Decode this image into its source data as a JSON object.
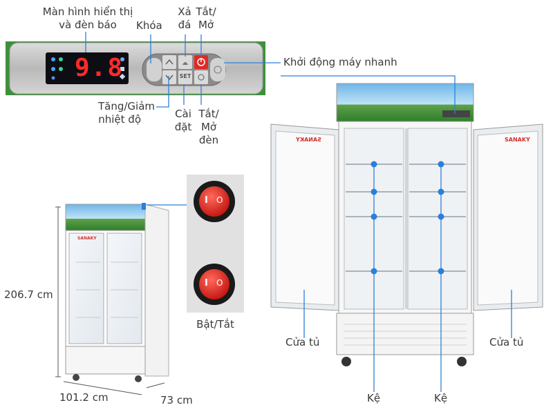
{
  "control_panel": {
    "display_value": "9.8",
    "labels": {
      "display": [
        "Màn hình hiển thị",
        "và đèn báo"
      ],
      "lock": "Khóa",
      "defrost": [
        "Xả",
        "đá"
      ],
      "power": [
        "Tắt/",
        "Mở"
      ],
      "fast_start": "Khởi động máy nhanh",
      "temp_adjust": [
        "Tăng/Giảm",
        "nhiệt độ"
      ],
      "settings": [
        "Cài",
        "đặt"
      ],
      "light": [
        "Tắt/",
        "Mở",
        "đèn"
      ]
    },
    "button_set": "SET"
  },
  "dimensions": {
    "height": "206.7 cm",
    "width": "101.2 cm",
    "depth": "73 cm"
  },
  "switch": {
    "label": "Bật/Tắt",
    "on_mark": "I",
    "off_mark": "O"
  },
  "fridge_labels": {
    "door_left": "Cửa tủ",
    "door_right": "Cửa tủ",
    "shelf_left": "Kệ",
    "shelf_right": "Kệ"
  },
  "brand": "SANAKY",
  "colors": {
    "accent": "#2b7fd9",
    "display_red": "#ff2a2a",
    "switch_red": "#e0201c"
  }
}
